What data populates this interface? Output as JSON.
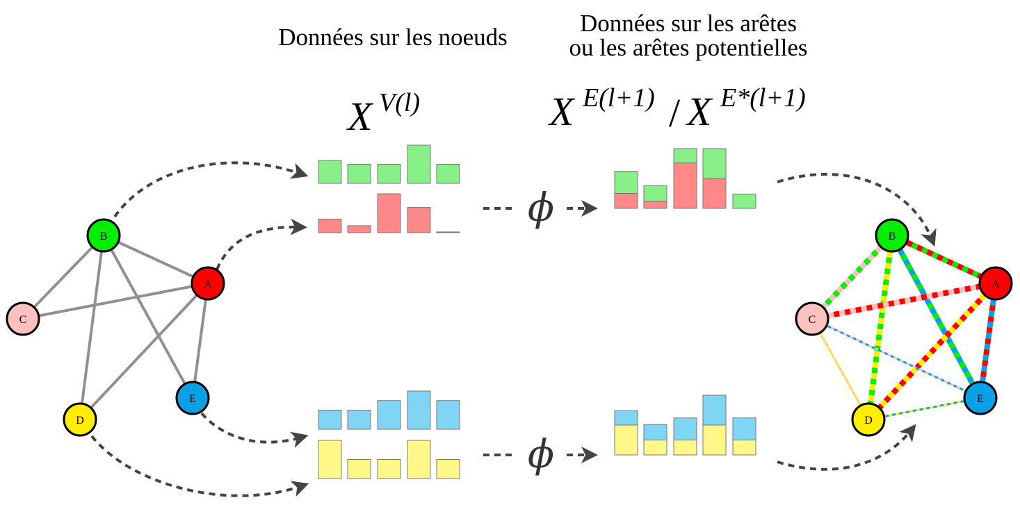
{
  "headings": {
    "node_data": "Données sur les noeuds",
    "edge_data_line1": "Données sur les arêtes",
    "edge_data_line2": "ou les arêtes potentielles"
  },
  "math": {
    "node_base": "X",
    "node_sup": "V(l)",
    "edge_base": "X",
    "edge_sup": "E(l+1)",
    "slash": "/",
    "edge_star_base": "X",
    "edge_star_sup": "E*(l+1)",
    "phi": "ϕ"
  },
  "nodes": [
    {
      "id": "A",
      "label": "A",
      "color": "#ff0000"
    },
    {
      "id": "B",
      "label": "B",
      "color": "#00ee00"
    },
    {
      "id": "C",
      "label": "C",
      "color": "#ffc0c0"
    },
    {
      "id": "D",
      "label": "D",
      "color": "#ffee00"
    },
    {
      "id": "E",
      "label": "E",
      "color": "#0aa0e8"
    }
  ],
  "colors": {
    "edge_gray": "#909090",
    "arrow": "#444444",
    "bar_green": "#88f088",
    "bar_red": "#ff8888",
    "bar_blue": "#80d4f4",
    "bar_yellow": "#fff888"
  },
  "features": {
    "green": [
      0.6,
      0.5,
      0.5,
      1.0,
      0.5
    ],
    "red": [
      0.35,
      0.18,
      1.0,
      0.65,
      0.02
    ],
    "blue": [
      0.5,
      0.5,
      0.75,
      1.0,
      0.75
    ],
    "yellow": [
      1.0,
      0.5,
      0.5,
      1.0,
      0.5
    ]
  },
  "edge_features_top": {
    "red": [
      0.25,
      0.12,
      0.76,
      0.5,
      0
    ],
    "green": [
      0.37,
      0.26,
      0.24,
      0.5,
      0.24
    ]
  },
  "edge_features_bottom": {
    "yellow": [
      0.5,
      0.25,
      0.25,
      0.5,
      0.25
    ],
    "blue": [
      0.24,
      0.26,
      0.37,
      0.5,
      0.37
    ]
  }
}
